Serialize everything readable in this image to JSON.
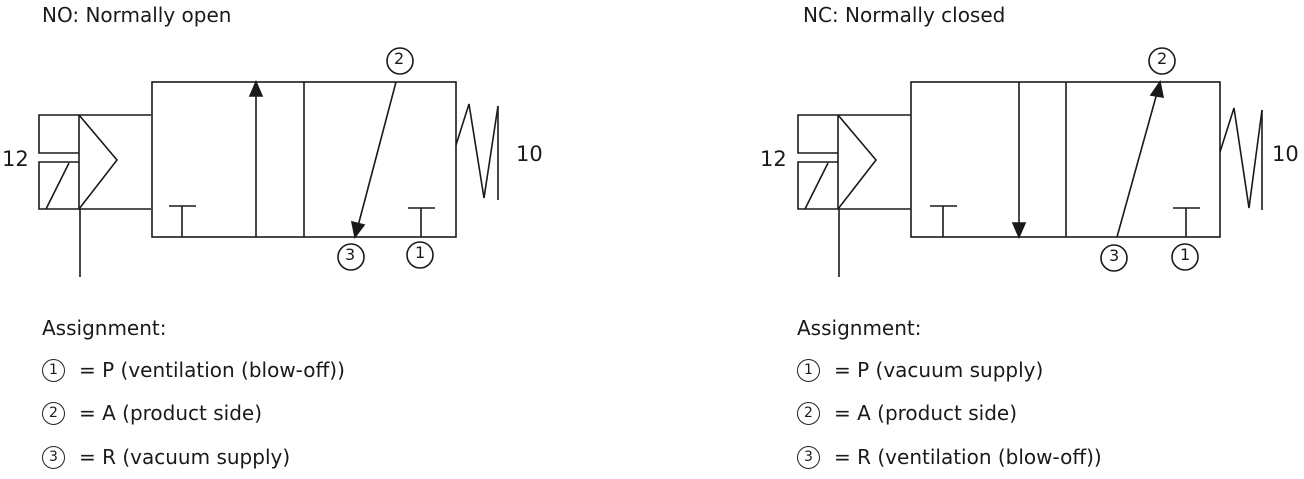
{
  "no": {
    "title": "NO: Normally open",
    "label_left": "12",
    "label_right": "10",
    "ports": [
      "1",
      "2",
      "3"
    ],
    "assignment_title": "Assignment:",
    "assignments": [
      {
        "port": "1",
        "text": "= P (ventilation (blow-off))"
      },
      {
        "port": "2",
        "text": "= A (product side)"
      },
      {
        "port": "3",
        "text": "= R (vacuum supply)"
      }
    ]
  },
  "nc": {
    "title": "NC: Normally closed",
    "label_left": "12",
    "label_right": "10",
    "ports": [
      "1",
      "2",
      "3"
    ],
    "assignment_title": "Assignment:",
    "assignments": [
      {
        "port": "1",
        "text": "= P (vacuum supply)"
      },
      {
        "port": "2",
        "text": "= A (product side)"
      },
      {
        "port": "3",
        "text": "= R (ventilation (blow-off))"
      }
    ]
  }
}
